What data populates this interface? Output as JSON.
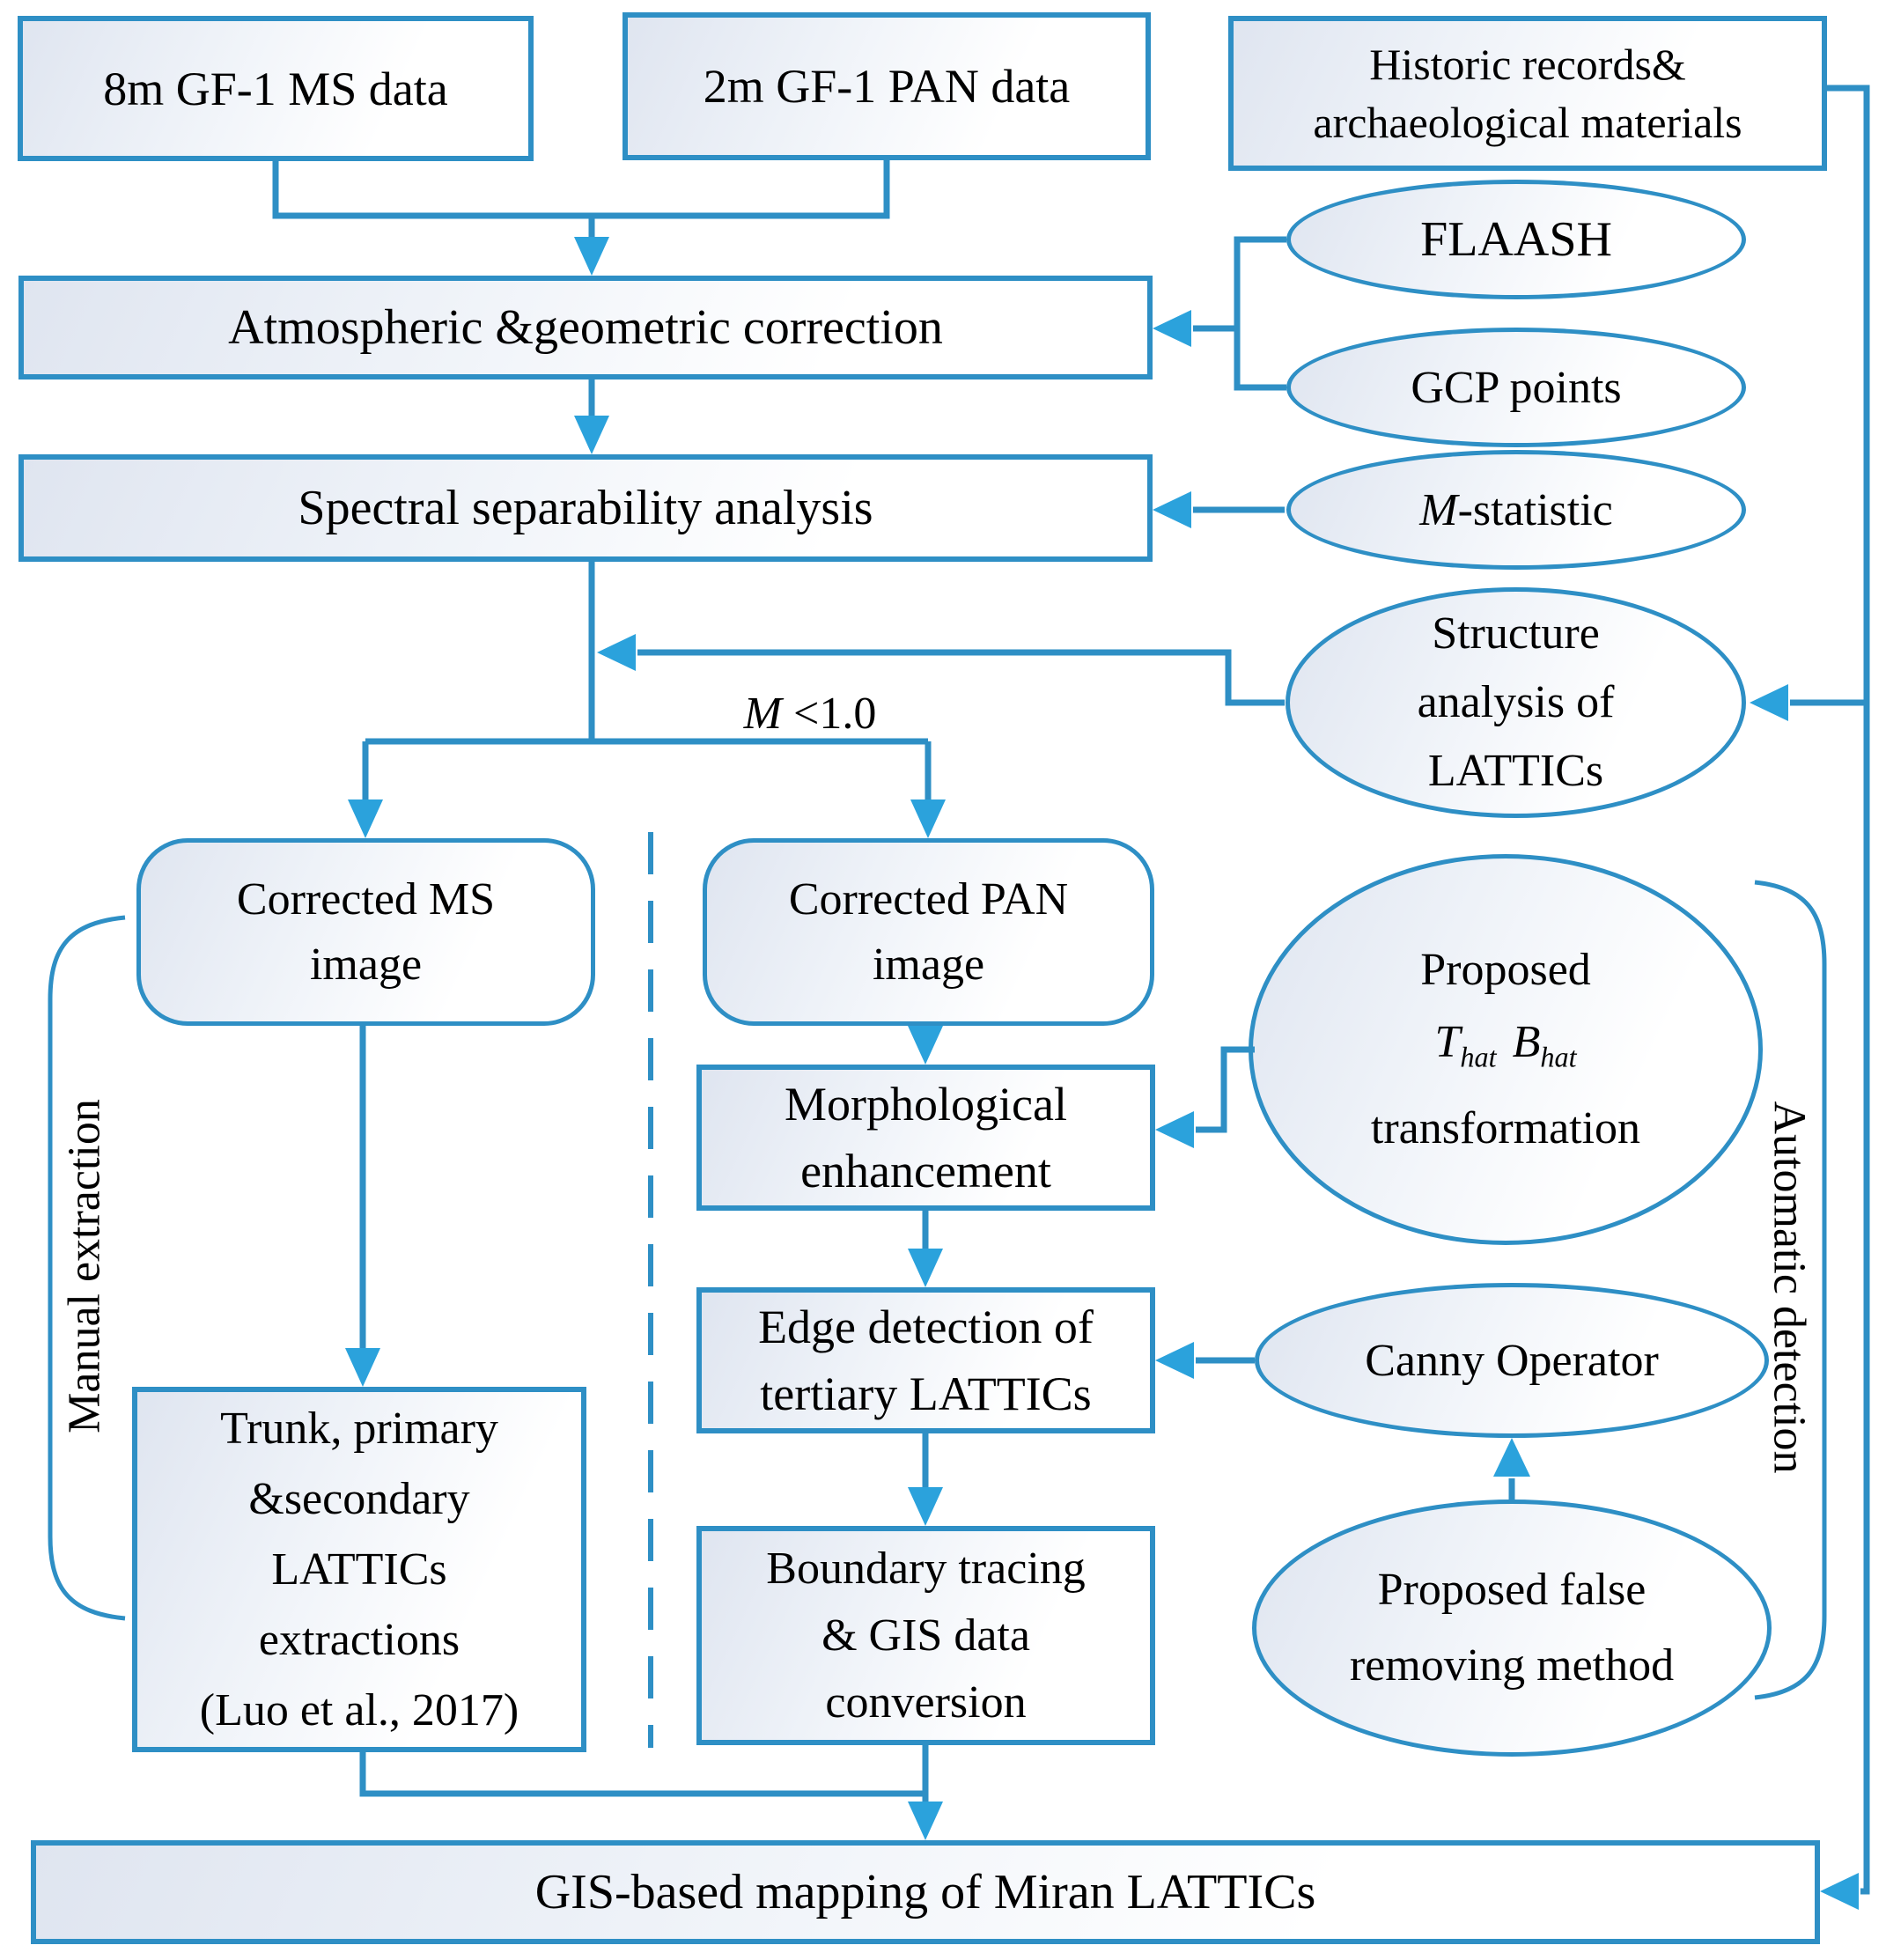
{
  "colors": {
    "line_blue": "#2e8fc5",
    "arrow_blue": "#2ba2dc",
    "text_black": "#000000",
    "node_fill_gradient_start": "#dfe5f0",
    "node_fill_gradient_end": "#ffffff"
  },
  "nodes": {
    "ms_data": {
      "label": "8m GF-1 MS data"
    },
    "pan_data": {
      "label": "2m GF-1 PAN data"
    },
    "historic": {
      "l1": "Historic records&",
      "l2": "archaeological materials"
    },
    "atmo": {
      "label": "Atmospheric &geometric correction"
    },
    "spectral": {
      "label": "Spectral separability analysis"
    },
    "flaash": {
      "label": "FLAASH"
    },
    "gcp": {
      "label": "GCP points"
    },
    "mstat": {
      "m": "M",
      "rest": "-statistic"
    },
    "structure": {
      "l1": "Structure",
      "l2": "analysis of",
      "l3": "LATTICs"
    },
    "m_condition": {
      "m": "M",
      "rest": " <1.0"
    },
    "cms": {
      "l1": "Corrected MS",
      "l2": "image"
    },
    "cpan": {
      "l1": "Corrected PAN",
      "l2": "image"
    },
    "morph": {
      "l1": "Morphological",
      "l2": "enhancement"
    },
    "edge": {
      "l1": "Edge detection of",
      "l2": "tertiary LATTICs"
    },
    "boundary": {
      "l1": "Boundary tracing",
      "l2": "& GIS data",
      "l3": "conversion"
    },
    "trunk": {
      "l1": "Trunk, primary",
      "l2": "&secondary",
      "l3": "LATTICs",
      "l4": "extractions",
      "l5": "(Luo et al., 2017)"
    },
    "tbhat": {
      "l1": "Proposed",
      "t": "T",
      "b": "B",
      "sub": "hat",
      "l3": "transformation"
    },
    "canny": {
      "label": "Canny Operator"
    },
    "false_removal": {
      "l1": "Proposed false",
      "l2": "removing method"
    },
    "gis": {
      "label": "GIS-based mapping of Miran LATTICs"
    },
    "manual_label": "Manual extraction",
    "auto_label": "Automatic detection"
  }
}
